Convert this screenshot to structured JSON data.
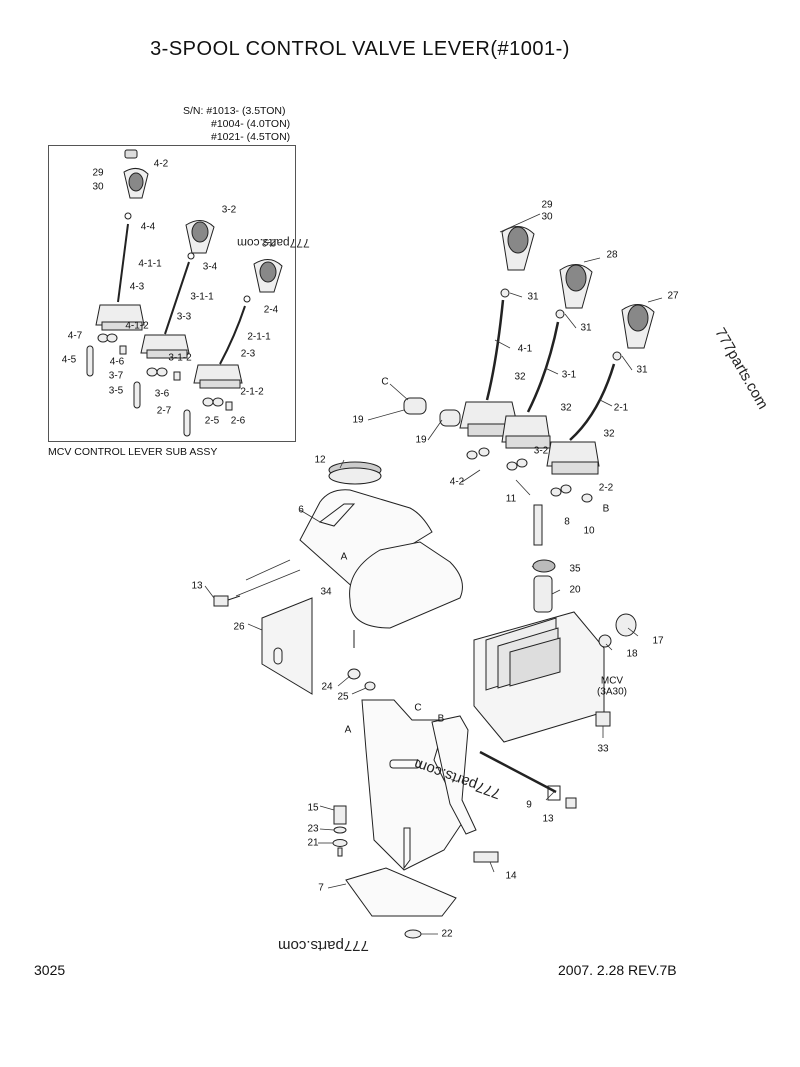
{
  "title": "3-SPOOL CONTROL VALVE LEVER(#1001-)",
  "serial_notes": [
    "S/N: #1013- (3.5TON)",
    "#1004- (4.0TON)",
    "#1021- (4.5TON)"
  ],
  "sub_assy_caption": "MCV CONTROL LEVER SUB ASSY",
  "page_number": "3025",
  "revision": "2007. 2.28  REV.7B",
  "watermark": "777parts.com",
  "mcv_label": "MCV",
  "mcv_model": "(3A30)",
  "part_labels": {
    "sub": [
      "29",
      "30",
      "4-2",
      "4-4",
      "3-2",
      "3-4",
      "4-1-1",
      "2-4",
      "4-3",
      "3-1-1",
      "3-3",
      "2-1-1",
      "4-7",
      "4-1-2",
      "2-3",
      "4-6",
      "3-1-2",
      "4-5",
      "3-7",
      "3-6",
      "3-5",
      "2-1-2",
      "2-7",
      "2-5",
      "2-6",
      "2-2"
    ],
    "main": [
      "29",
      "30",
      "28",
      "27",
      "31",
      "31",
      "31",
      "4-1",
      "3-1",
      "2-1",
      "C",
      "19",
      "19",
      "32",
      "32",
      "32",
      "3-2",
      "4-2",
      "2-2",
      "11",
      "B",
      "8",
      "10",
      "12",
      "6",
      "A",
      "13",
      "34",
      "35",
      "20",
      "17",
      "18",
      "26",
      "24",
      "25",
      "C",
      "A",
      "B",
      "MCV",
      "33",
      "9",
      "13",
      "15",
      "23",
      "21",
      "14",
      "7",
      "22"
    ]
  }
}
